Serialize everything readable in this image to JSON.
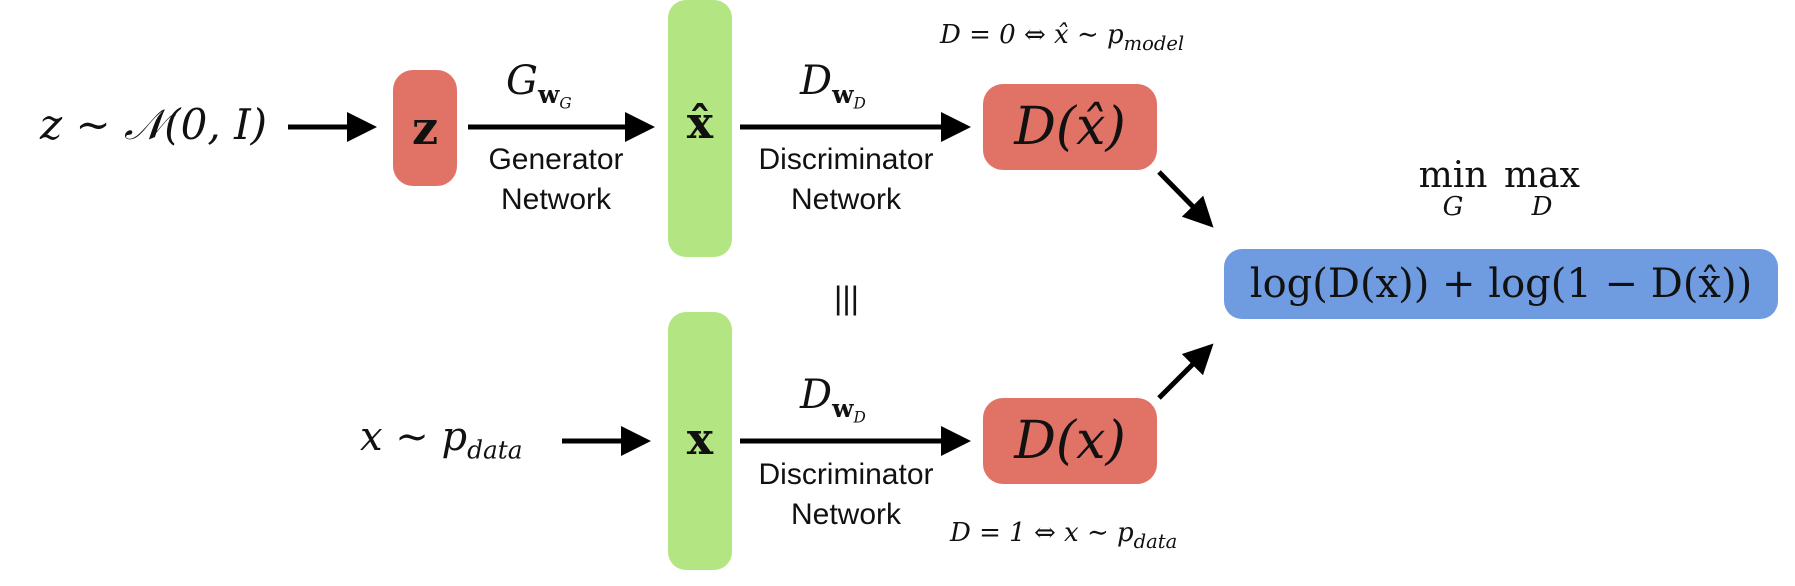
{
  "nodes": {
    "z_input": {
      "text": "z ∼ 𝒩(0, I)"
    },
    "z_box": {
      "text": "z",
      "color": "#e07266"
    },
    "x_hat_box": {
      "text": "x̂",
      "color": "#b3e683"
    },
    "x_box": {
      "text": "x",
      "color": "#b3e683"
    },
    "d_hat_box": {
      "text": "D(x̂)",
      "color": "#e07266"
    },
    "d_x_box": {
      "text": "D(x)",
      "color": "#e07266"
    },
    "loss_box": {
      "text": "log(D(x)) + log(1 − D(x̂))",
      "color": "#6f9be0"
    },
    "x_data": {
      "text": "x ∼ p",
      "sub": "data"
    }
  },
  "edges": {
    "generator": {
      "symbol": "G",
      "sub": "w",
      "subsub": "G",
      "line1": "Generator",
      "line2": "Network"
    },
    "disc_top": {
      "symbol": "D",
      "sub": "w",
      "subsub": "D",
      "line1": "Discriminator",
      "line2": "Network"
    },
    "disc_bottom": {
      "symbol": "D",
      "sub": "w",
      "subsub": "D",
      "line1": "Discriminator",
      "line2": "Network"
    }
  },
  "annotations": {
    "top_condition": "D = 0 ⇔ x̂ ∼ p",
    "top_condition_sub": "model",
    "bottom_condition": "D = 1 ⇔ x ∼ p",
    "bottom_condition_sub": "data",
    "equivalence": "|||",
    "min_word": "min",
    "min_sub": "G",
    "max_word": "max",
    "max_sub": "D"
  }
}
